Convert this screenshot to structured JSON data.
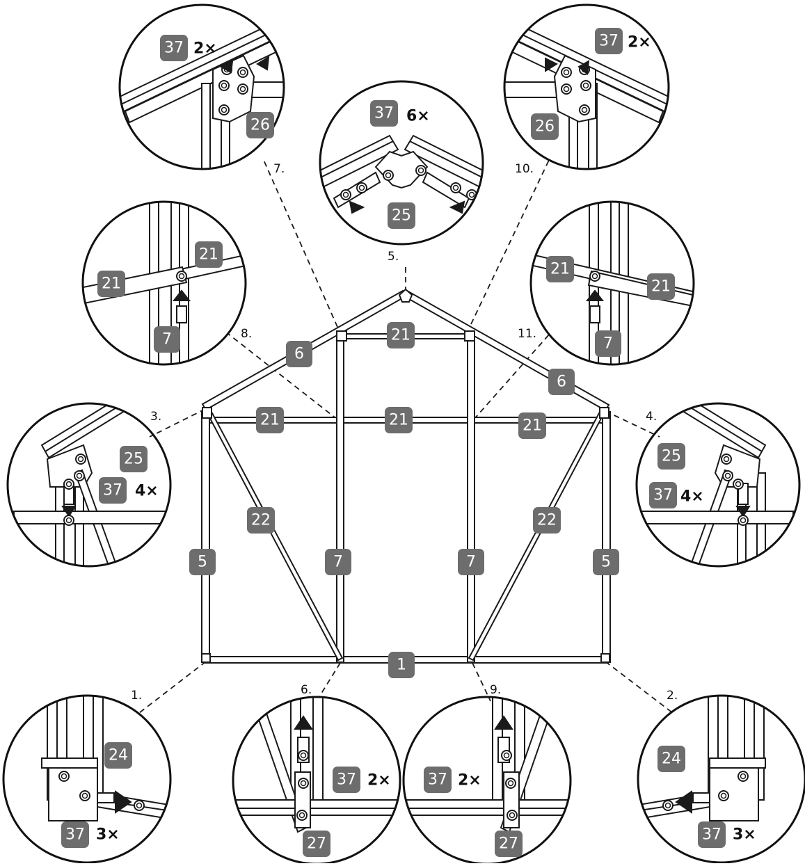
{
  "colors": {
    "line": "#1a1a1a",
    "badge": "#6d6d6d",
    "badge_text": "#ffffff",
    "background": "#ffffff"
  },
  "main_parts": {
    "bottom_beam": "1",
    "corner_post": "5",
    "middle_post": "7",
    "rafter": "6",
    "cross_beam": "21",
    "diagonal_brace": "22"
  },
  "steps": {
    "s1": "1.",
    "s2": "2.",
    "s3": "3.",
    "s4": "4.",
    "s5": "5.",
    "s6": "6.",
    "s7": "7.",
    "s8": "8.",
    "s9": "9.",
    "s10": "10.",
    "s11": "11."
  },
  "details": {
    "d1": {
      "part": "24",
      "fastener": "37",
      "qty": "3×"
    },
    "d2": {
      "part": "24",
      "fastener": "37",
      "qty": "3×"
    },
    "d3": {
      "part": "25",
      "fastener": "37",
      "qty": "4×"
    },
    "d4": {
      "part": "25",
      "fastener": "37",
      "qty": "4×"
    },
    "d5": {
      "part": "25",
      "fastener": "37",
      "qty": "6×"
    },
    "d6": {
      "part": "27",
      "fastener": "37",
      "qty": "2×"
    },
    "d7": {
      "part": "26",
      "fastener": "37",
      "qty": "2×"
    },
    "d8": {
      "part_a": "21",
      "part_b": "21",
      "part_c": "7"
    },
    "d9": {
      "part": "27",
      "fastener": "37",
      "qty": "2×"
    },
    "d10": {
      "part": "26",
      "fastener": "37",
      "qty": "2×"
    },
    "d11": {
      "part_a": "21",
      "part_b": "21",
      "part_c": "7"
    }
  }
}
